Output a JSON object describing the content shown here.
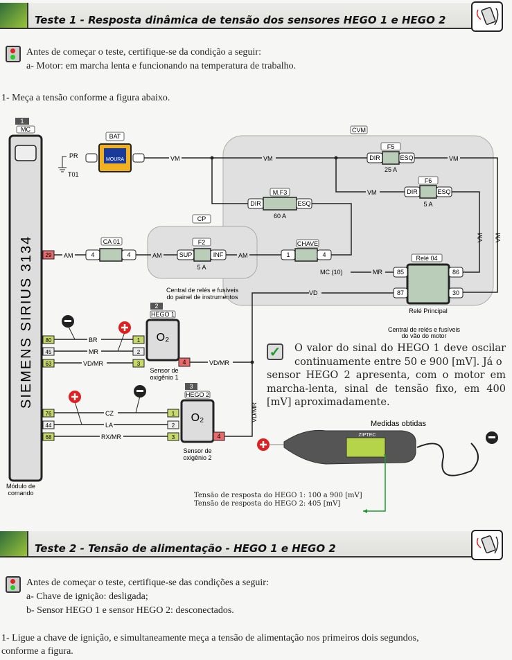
{
  "test1": {
    "title": "Teste 1 - Resposta dinâmica de tensão dos sensores HEGO 1 e HEGO 2",
    "precondition_intro": "Antes de começar o teste, certifique-se da condição a seguir:",
    "preconditions": [
      "a- Motor: em marcha lenta e funcionando na temperatura de trabalho."
    ],
    "step1": "1- Meça a tensão conforme a figura abaixo.",
    "result_line1": "O valor do sinal do HEGO 1 deve oscilar continuamente entre 50 e 900 [mV]. Já o",
    "result_rest": "sensor HEGO 2 apresenta, com o motor em marcha-lenta, sinal de tensão fixo, em  400 [mV] aproximadamente.",
    "measures_title": "Medidas obtidas",
    "measure1": "Tensão de resposta do HEGO 1: 100 a 900 [mV]",
    "measure2": "Tensão de resposta do HEGO 2:  405 [mV]"
  },
  "diagram": {
    "mc_num": "1",
    "mc_tag": "MC",
    "mc_name": "SIEMENS SIRIUS 3134",
    "mc_caption1": "Módulo de",
    "mc_caption2": "comando",
    "bat": "BAT",
    "bat_brand": "MOURA",
    "pr": "PR",
    "t01": "T01",
    "vm": "VM",
    "am": "AM",
    "cvm": "CVM",
    "cp": "CP",
    "f5": "F5",
    "f5_amp": "25 A",
    "f6": "F6",
    "f6_amp": "5 A",
    "mf3": "M.F3",
    "mf3_amp": "60 A",
    "f2": "F2",
    "f2_amp": "5 A",
    "ca01": "CA 01",
    "chave": "CHAVE",
    "dir": "DIR",
    "esq": "ESQ",
    "sup": "SUP",
    "inf": "INF",
    "rele": "Relé 04",
    "rele_name": "Relé Principal",
    "mc10": "MC (10)",
    "mr": "MR",
    "vd": "VD",
    "p85": "85",
    "p86": "86",
    "p87": "87",
    "p30": "30",
    "cp_caption1": "Central de relés e fusíveis",
    "cp_caption2": "do painel de instrumentos",
    "cvm_caption1": "Central de relés e fusíveis",
    "cvm_caption2": "do vão do motor",
    "pin29": "29",
    "pin80": "80",
    "pin45": "45",
    "pin63": "63",
    "pin76": "76",
    "pin44": "44",
    "pin68": "68",
    "br": "BR",
    "vdmr": "VD/MR",
    "cz": "CZ",
    "la": "LA",
    "rxmr": "RX/MR",
    "hego1_num": "2",
    "hego1": "HEGO 1",
    "hego1_cap1": "Sensor de",
    "hego1_cap2": "oxigênio 1",
    "hego2_num": "3",
    "hego2": "HEGO 2",
    "hego2_cap1": "Sensor de",
    "hego2_cap2": "oxigênio 2",
    "meter_brand": "ZIPTEC"
  },
  "test2": {
    "title": "Teste 2 - Tensão de alimentação - HEGO 1 e HEGO 2",
    "precondition_intro": "Antes de começar o teste, certifique-se das condições a seguir:",
    "preconditions": [
      "a- Chave de ignição: desligada;",
      "b- Sensor HEGO 1 e sensor HEGO 2: desconectados."
    ],
    "step1_line1": "1- Ligue a chave de ignição, e simultaneamente meça a tensão de alimentação nos primeiros dois segundos,",
    "step1_line2": "conforme a figura."
  }
}
